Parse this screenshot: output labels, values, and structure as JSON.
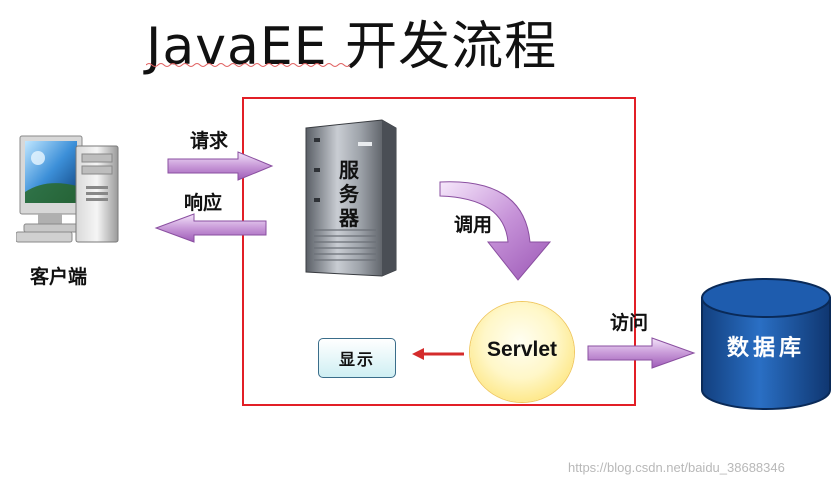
{
  "title": "JavaEE 开发流程",
  "client": {
    "label": "客户端"
  },
  "arrows": {
    "request": "请求",
    "response": "响应",
    "invoke": "调用",
    "access": "访问"
  },
  "server": {
    "label": "服务器"
  },
  "servlet": {
    "label": "Servlet"
  },
  "display": {
    "label": "显示"
  },
  "database": {
    "label": "数据库"
  },
  "watermark": "https://blog.csdn.net/baidu_38688346",
  "colors": {
    "frame": "#e21f26",
    "arrow_purple": "#b57cc6",
    "arrow_red": "#d42b2b",
    "database_blue": "#1c5aa8"
  }
}
